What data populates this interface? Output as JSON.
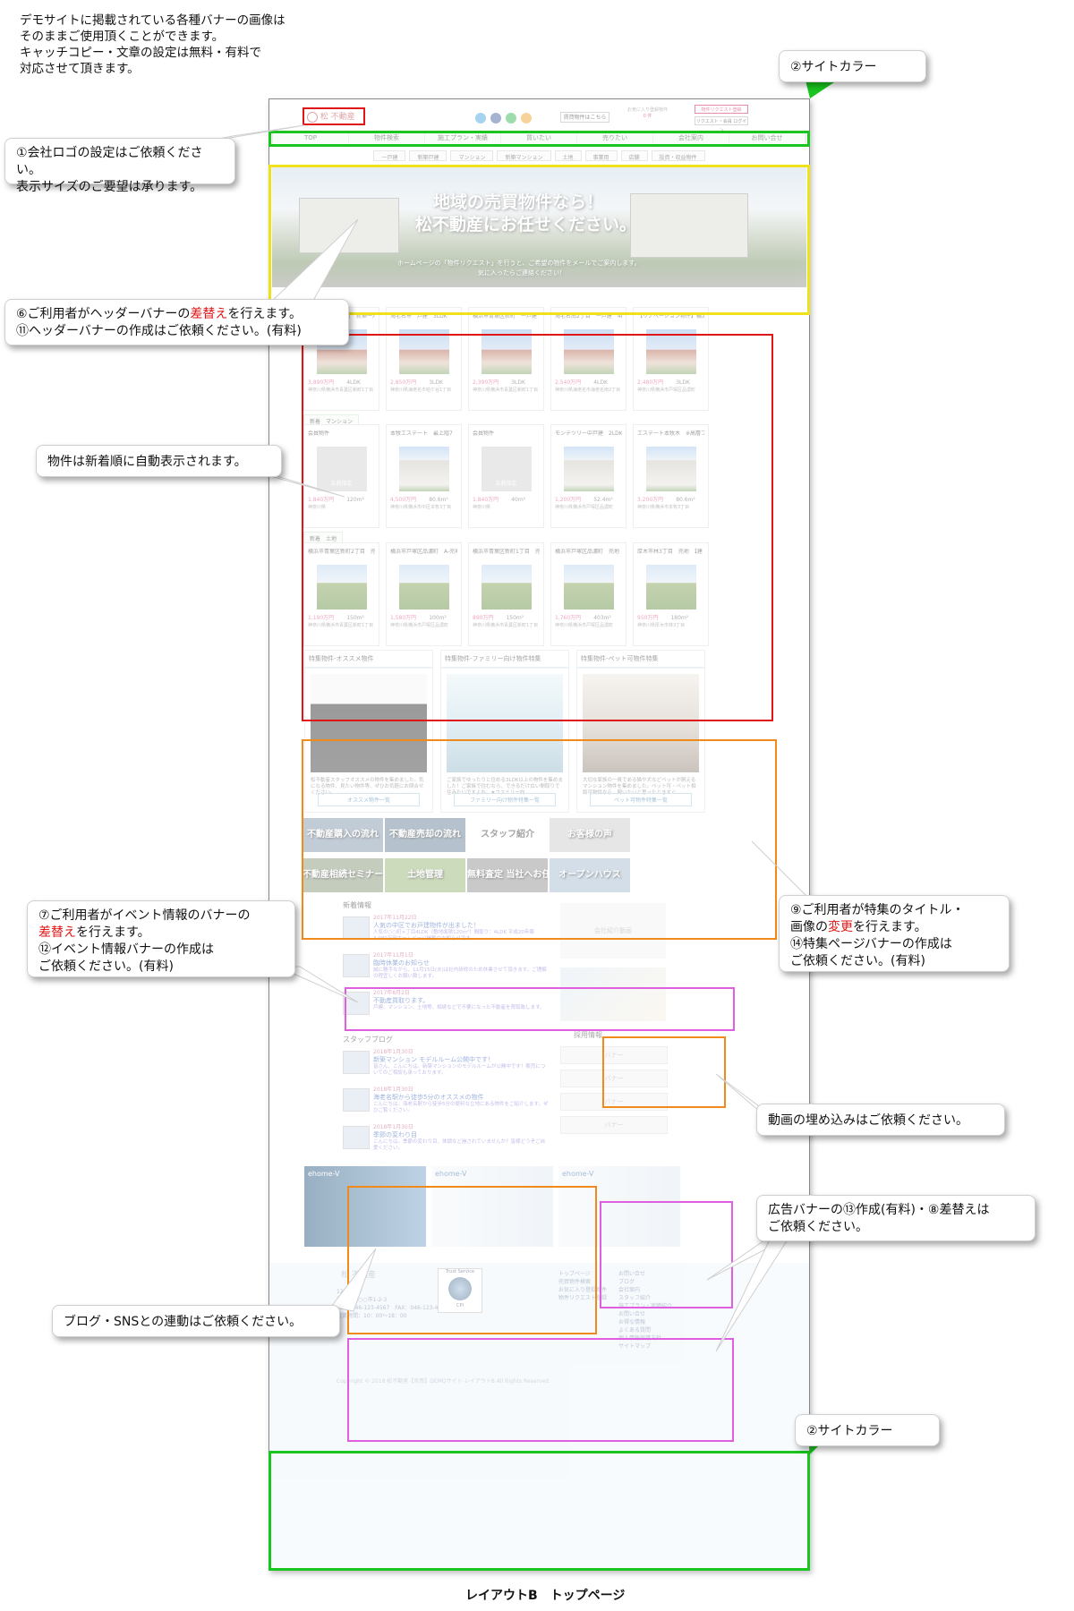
{
  "intro": {
    "lines": [
      "デモサイトに掲載されている各種バナーの画像は",
      "そのままご使用頂くことができます。",
      "キャッチコピー・文章の設定は無料・有料で",
      "対応させて頂きます。"
    ]
  },
  "callouts": {
    "site_color_top": "②サイトカラー",
    "site_color_bottom": "②サイトカラー",
    "logo": [
      "①会社ロゴの設定はご依頼ください。",
      "表示サイズのご要望は承ります。"
    ],
    "header_line1_pre": "⑥ご利用者がヘッダーバナーの",
    "header_line1_em": "差替え",
    "header_line1_post": "を行えます。",
    "header_line2": "⑪ヘッダーバナーの作成はご依頼ください。(有料)",
    "properties": "物件は新着順に自動表示されます。",
    "event_line1": "⑦ご利用者がイベント情報のバナーの",
    "event_line2_em": "差替え",
    "event_line2_post": "を行えます。",
    "event_line3": "⑫イベント情報バナーの作成は",
    "event_line4": "ご依頼ください。(有料)",
    "feature_line1": "⑨ご利用者が特集のタイトル・",
    "feature_line2_pre": "画像の",
    "feature_line2_em": "変更",
    "feature_line2_post": "を行えます。",
    "feature_line3": "⑭特集ページバナーの作成は",
    "feature_line4": "ご依頼ください。(有料)",
    "video": "動画の埋め込みはご依頼ください。",
    "ad_line1": "広告バナーの⑬作成(有料)・⑧差替えは",
    "ad_line2": "ご依頼ください。",
    "blog": "ブログ・SNSとの連動はご依頼ください。"
  },
  "site": {
    "logo_text": "松 不動産",
    "header_btn_rent": "賃貸物件はこちら",
    "header_fav": "お気に入り登録物件",
    "header_fav_count": "0 件",
    "header_request": "物件リクエスト登録",
    "header_login": "リクエスト・会員 ログイン",
    "nav_main": [
      "TOP",
      "物件検索",
      "施工プラン・実績",
      "買いたい",
      "売りたい",
      "会社案内",
      "お問い合せ"
    ],
    "nav_sub": [
      "一戸建",
      "新築戸建",
      "マンション",
      "新築マンション",
      "土地",
      "事業用",
      "店舗",
      "投資・収益物件"
    ],
    "hero_title_1": "地域の売買物件なら！",
    "hero_title_2": "松不動産にお任せください。",
    "hero_sub_1": "ホームページの「物件リクエスト」を行うと、ご希望の物件をメールでご案内します。",
    "hero_sub_2": "気に入ったらご連絡ください！",
    "row1": [
      {
        "title": "横浜市青葉区新町　新築一戸",
        "price": "3,890万円",
        "layout": "4LDK",
        "addr": "神奈川県横浜市青葉区新町1丁目"
      },
      {
        "title": "海老名市　戸建　3LDK",
        "price": "2,850万円",
        "layout": "3LDK",
        "addr": "神奈川県海老名市柏ケ谷1丁目"
      },
      {
        "title": "横浜市青葉区新町　一戸建",
        "price": "2,390万円",
        "layout": "3LDK",
        "addr": "神奈川県横浜市青葉区新町1丁目"
      },
      {
        "title": "海老名南2丁目　一戸建　4LD",
        "price": "2,540万円",
        "layout": "4LDK",
        "addr": "神奈川県海老名市海老名南2丁目"
      },
      {
        "title": "【リノベーション物件】横浜",
        "price": "2,480万円",
        "layout": "3LDK",
        "addr": "神奈川県横浜市戸塚区品濃町"
      }
    ],
    "tab_mansion": "新着　マンション",
    "row2": [
      {
        "title": "会員物件",
        "price": "1,840万円",
        "layout": "120m²",
        "addr": "神奈川県"
      },
      {
        "title": "本牧エステート　最上階7",
        "price": "4,500万円",
        "layout": "80.6m²",
        "addr": "神奈川県横浜市中区本牧3丁目"
      },
      {
        "title": "会員物件",
        "price": "1,840万円",
        "layout": "40m²",
        "addr": "神奈川県"
      },
      {
        "title": "モンテツリー中戸建　2LDK",
        "price": "1,200万円",
        "layout": "52.4m²",
        "addr": "神奈川県横浜市戸塚区品濃町"
      },
      {
        "title": "エステート本牧木　※高層フ",
        "price": "3,200万円",
        "layout": "80.6m²",
        "addr": "神奈川県横浜市本牧3丁目"
      }
    ],
    "member_label": "会員指定",
    "tab_land": "新着　土地",
    "row3": [
      {
        "title": "横浜市青葉区新町2丁目　売",
        "price": "1,190万円",
        "layout": "150m²",
        "addr": "神奈川県横浜市青葉区新町1丁目"
      },
      {
        "title": "横浜市戸塚区品濃町　A-売地",
        "price": "1,580万円",
        "layout": "100m²",
        "addr": "神奈川県横浜市戸塚区品濃町"
      },
      {
        "title": "横浜市青葉区新町1丁目　売",
        "price": "890万円",
        "layout": "150m²",
        "addr": "神奈川県横浜市青葉区新町1丁目"
      },
      {
        "title": "横浜市戸塚区品濃町　売地",
        "price": "1,760万円",
        "layout": "403m²",
        "addr": "神奈川県横浜市戸塚区品濃町"
      },
      {
        "title": "厚木市林3丁目　売地　【建",
        "price": "950万円",
        "layout": "180m²",
        "addr": "神奈川県厚木市林3丁目"
      }
    ],
    "features": [
      {
        "title": "特集物件-オススメ物件",
        "desc": "松不動産スタッフオススメの物件を集めました。気になる物件、見たい物件等、ぜひお気軽にお問合せください。",
        "button": "オススメ物件一覧"
      },
      {
        "title": "特集物件-ファミリー向け物件特集",
        "desc": "ご家族でゆったりと住める3LDK以上の物件を集めました！ご家族で住むなら、できるだけ広い間取りで住みたいですよね。★ファミリー向...",
        "button": "ファミリー向け物件特集一覧"
      },
      {
        "title": "特集物件-ペット可物件特集",
        "desc": "大切な家族の一員である猫や犬などペットが飼えるマンション物件を集めました。ペット可・ペット相談可物件なら、飼いたいと思ったときすぐ...",
        "button": "ペット可物件特集一覧"
      }
    ],
    "banners_row1": [
      "不動産購入の流れ",
      "不動産売却の流れ",
      "スタッフ紹介",
      "お客様の声"
    ],
    "banners_row2": [
      "不動産相続セミナー",
      "土地管理",
      "無料査定 当社へお任せください",
      "オープンハウス"
    ],
    "news_title": "新着情報",
    "news": [
      {
        "date": "2017年11月22日",
        "title": "人気の中区でお戸建物件が出ました！",
        "summary": "人気の○○町×丁目4LDK（敷地面積120m²）間取り：4LDK 平成20年築 3,980万円ホームページ掲載のお知らせです。"
      },
      {
        "date": "2017年11月1日",
        "title": "臨時休業のお知らせ",
        "summary": "誠に勝手ながら、11月15日(水)は社内研修のため休業させて頂きます。ご理解の程宜しくお願い致します。"
      },
      {
        "date": "2017年8月2日",
        "title": "不動産買取ります。",
        "summary": "戸建、マンション、土地等、相続などで不要になった不動産を買取致します。"
      }
    ],
    "video_label": "会社紹介動画",
    "recruit_title": "採用情報",
    "banner_placeholder": "バナー",
    "blog_title": "スタッフブログ",
    "blog": [
      {
        "date": "2018年1月30日",
        "title": "新築マンション モデルルーム公開中です！",
        "summary": "皆さん、こんにちは。新築マンションのモデルルームが公開中です！販売についてのご相談も承っております。"
      },
      {
        "date": "2018年1月30日",
        "title": "海老名駅から徒歩5分のオススメの物件",
        "summary": "こんにちは。海老名駅から徒歩5分の便利な立地にある物件をご紹介します。ぜひご覧ください。"
      },
      {
        "date": "2018年1月30日",
        "title": "季節の変わり目",
        "summary": "こんにちは。季節の変わり目、体調など崩されていませんか？皆様どうぞご自愛ください。"
      }
    ],
    "ads": [
      "ehome-V",
      "ehome-V",
      "ehome-V"
    ],
    "footer_logo": "松 不動産",
    "footer_address": [
      "123-4567",
      "神奈川県○○市1-2-3",
      "TEL：046-123-4567　FAX：046-123-4568",
      "営業時間：10：00～18：00"
    ],
    "footer_trust": "Trust Service",
    "footer_cpi": "CPI",
    "footer_links_1": [
      "トップページ",
      "売買物件検索",
      "お気に入り登録物件",
      "物件リクエスト登録"
    ],
    "footer_links_2": [
      "お問い合せ",
      "ブログ",
      "会社案内",
      "スタッフ紹介",
      "施工プラン・実績紹介",
      "お問い合せ",
      "お得な情報",
      "よくある質問",
      "個人情報保護方針",
      "サイトマップ"
    ],
    "copyright": "Copyright © 2018 松不動産【売買】DEMOサイト-レイアウトB All Rights Reserved."
  },
  "caption": "レイアウトB　トップページ",
  "colors": {
    "site_green": "#19c51e",
    "annot_red": "#e01515",
    "annot_orange": "#f08a1a",
    "annot_pink": "#e05ee0",
    "annot_yellow": "#f0e21a",
    "price_pink": "#e0407a"
  }
}
